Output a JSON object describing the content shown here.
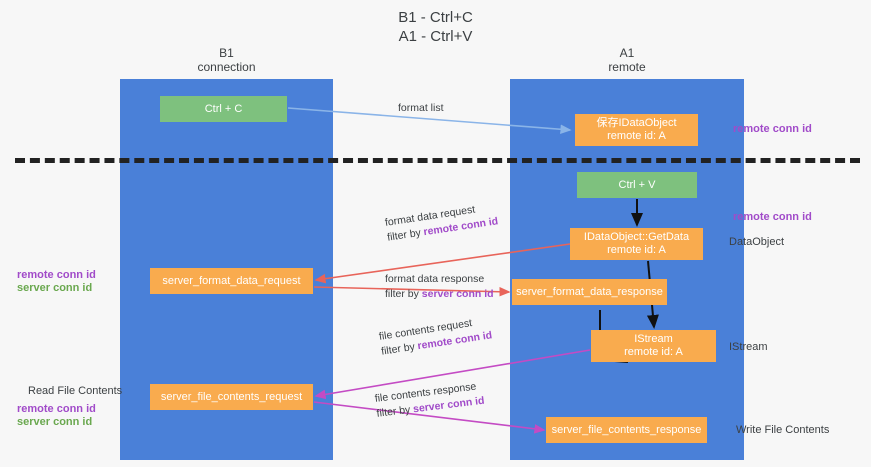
{
  "title": "B1 - Ctrl+C\nA1 - Ctrl+V",
  "lanes": [
    {
      "name": "b1",
      "header": "B1\nconnection",
      "color": "#4a80d8"
    },
    {
      "name": "a1",
      "header": "A1\nremote",
      "color": "#4a80d8"
    }
  ],
  "colors": {
    "lane": "#4a80d8",
    "green_node": "#7ec17e",
    "orange_node": "#f9ab4e",
    "divider": "#222222",
    "accent_purple": "#a14bc9",
    "accent_green": "#6aa84f",
    "arrow_blue": "#8ab4e8",
    "arrow_red": "#e8645a",
    "arrow_magenta": "#c council",
    "arrow_black": "#111111"
  },
  "nodes": {
    "ctrl_c": "Ctrl + C",
    "idataobject": "保存IDataObject\nremote id: A",
    "ctrl_v": "Ctrl + V",
    "getdata": "IDataObject::GetData\nremote id: A",
    "format_data_request": "server_format_data_request",
    "format_data_response": "server_format_data_response",
    "istream": "IStream\nremote id: A",
    "file_contents_request": "server_file_contents_request",
    "file_contents_response": "server_file_contents_response"
  },
  "edge_labels": {
    "format_list": "format list",
    "format_data_request_line1": "format data request",
    "format_data_request_line2_prefix": "filter by ",
    "format_data_request_line2_key": "remote conn id",
    "format_data_response_line1": "format data response",
    "format_data_response_line2_prefix": "filter by ",
    "format_data_response_line2_key": "server conn id",
    "file_contents_request_line1": "file contents request",
    "file_contents_request_line2_prefix": "filter by ",
    "file_contents_request_line2_key": "remote conn id",
    "file_contents_response_line1": "file contents response",
    "file_contents_response_line2_prefix": "filter by ",
    "file_contents_response_line2_key": "server conn id"
  },
  "annotations": {
    "left_remote_conn_id": "remote conn id",
    "left_server_conn_id": "server conn id",
    "left_read_file_contents": "Read File Contents",
    "left_remote_conn_id_2": "remote conn id",
    "left_server_conn_id_2": "server conn id",
    "right_remote_conn_id_1": "remote conn id",
    "right_remote_conn_id_2": "remote conn id",
    "right_dataobject": "DataObject",
    "right_istream": "IStream",
    "right_write_file_contents": "Write File Contents"
  }
}
